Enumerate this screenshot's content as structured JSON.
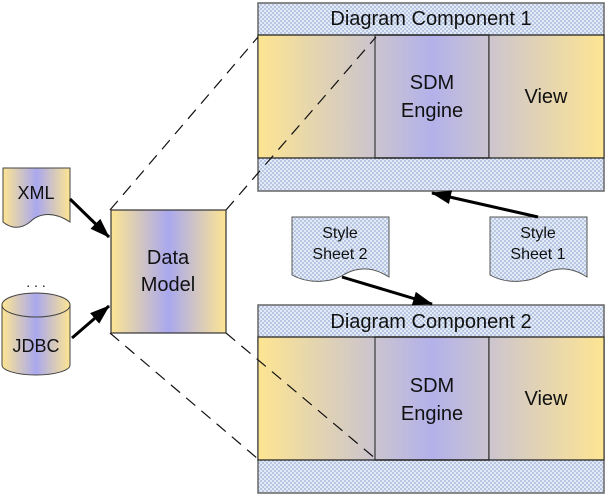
{
  "components": [
    {
      "title": "Diagram Component 1",
      "engine_label": [
        "SDM",
        "Engine"
      ],
      "view_label": "View"
    },
    {
      "title": "Diagram Component 2",
      "engine_label": [
        "SDM",
        "Engine"
      ],
      "view_label": "View"
    }
  ],
  "data_model": {
    "label": [
      "Data",
      "Model"
    ]
  },
  "sources": {
    "xml_label": "XML",
    "jdbc_label": "JDBC",
    "ellipsis": ". . ."
  },
  "style_sheets": [
    {
      "label": [
        "Style",
        "Sheet 1"
      ]
    },
    {
      "label": [
        "Style",
        "Sheet 2"
      ]
    }
  ],
  "colors": {
    "gradient_edge": "#fde592",
    "gradient_center": "#aaaaee",
    "engine_center": "#b5b3e8",
    "engine_edge": "#cdc4cf",
    "hatch_light": "#dde6f4",
    "hatch_dark": "#b9c8e4",
    "stroke": "#333333",
    "frame_stroke": "#666666"
  }
}
